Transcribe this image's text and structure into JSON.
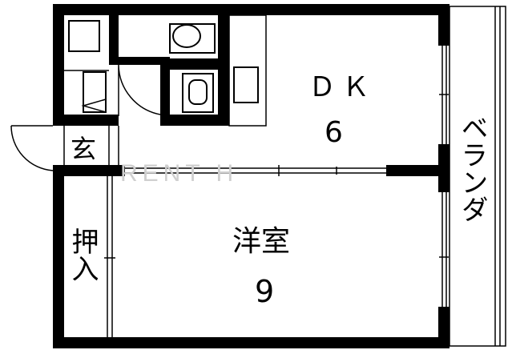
{
  "rooms": {
    "dk_label": "ＤＫ",
    "dk_size": "6",
    "western_label": "洋室",
    "western_size": "9",
    "entrance_label": "玄",
    "closet_label": "押入",
    "veranda_label": "ベランダ"
  },
  "watermark": "RENT H"
}
